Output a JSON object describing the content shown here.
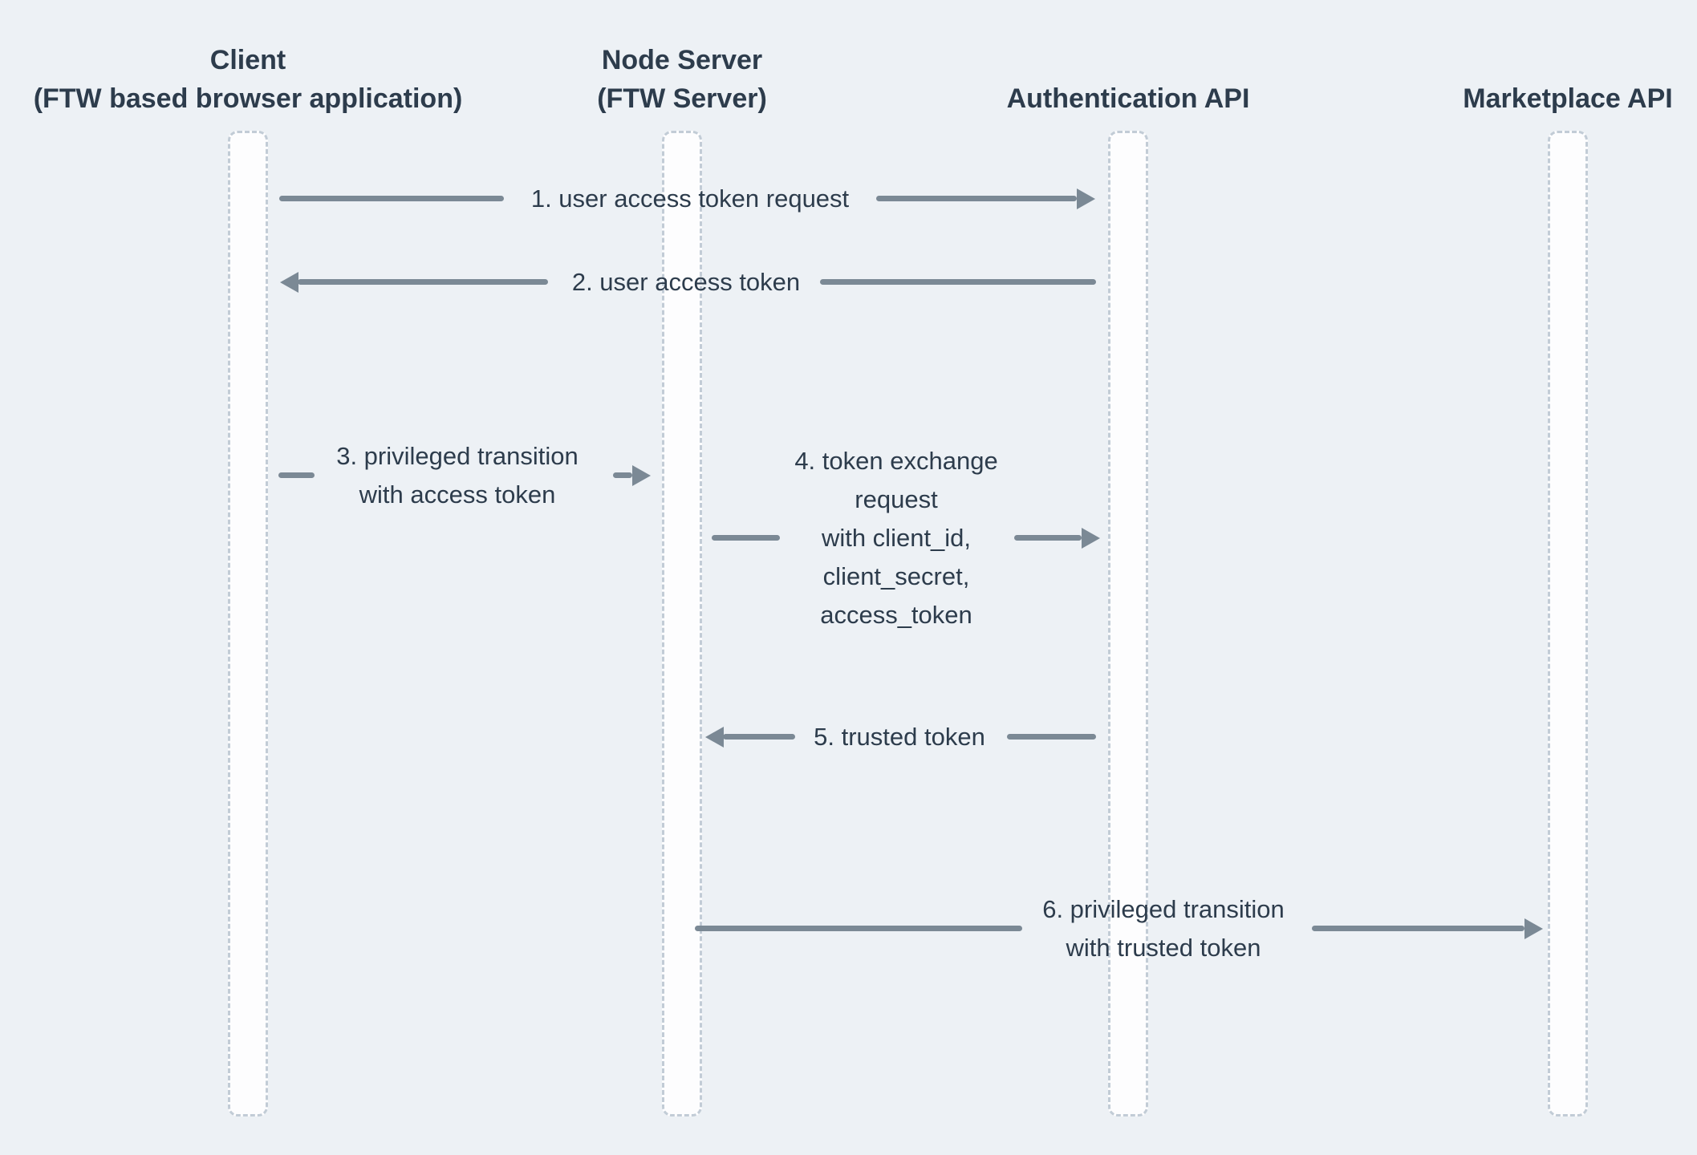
{
  "diagram": {
    "type": "sequence-diagram",
    "participants": [
      {
        "name": "Client",
        "subtitle": "(FTW based browser application)"
      },
      {
        "name": "Node Server",
        "subtitle": "(FTW Server)"
      },
      {
        "name": "Authentication API",
        "subtitle": ""
      },
      {
        "name": "Marketplace API",
        "subtitle": ""
      }
    ],
    "messages": [
      {
        "step": 1,
        "from": "Client",
        "to": "Authentication API",
        "direction": "right",
        "label": "1. user access token request"
      },
      {
        "step": 2,
        "from": "Authentication API",
        "to": "Client",
        "direction": "left",
        "label": "2. user access token"
      },
      {
        "step": 3,
        "from": "Client",
        "to": "Node Server",
        "direction": "right",
        "lines": [
          "3. privileged transition",
          "with access token"
        ]
      },
      {
        "step": 4,
        "from": "Node Server",
        "to": "Authentication API",
        "direction": "right",
        "lines": [
          "4. token exchange",
          "request",
          "with client_id,",
          "client_secret,",
          "access_token"
        ]
      },
      {
        "step": 5,
        "from": "Authentication API",
        "to": "Node Server",
        "direction": "left",
        "label": "5. trusted token"
      },
      {
        "step": 6,
        "from": "Node Server",
        "to": "Marketplace API",
        "direction": "right",
        "lines": [
          "6. privileged transition",
          "with trusted token"
        ]
      }
    ]
  },
  "colors": {
    "bg": "#edf1f5",
    "arrow": "#7b8995",
    "text": "#2d3c4c",
    "lifeline_fill": "#fdfdfe",
    "lifeline_border": "#c2ccd6"
  }
}
